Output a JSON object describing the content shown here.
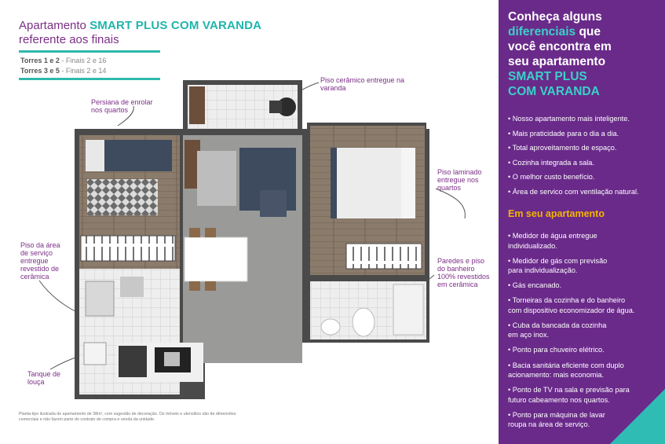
{
  "header": {
    "line1_prefix": "Apartamento ",
    "line1_highlight": "SMART PLUS COM VARANDA",
    "line2": "referente aos finais",
    "towers": [
      {
        "label": "Torres 1 e 2",
        "finals": " - Finais 2 e 16"
      },
      {
        "label": "Torres 3 e 5",
        "finals": " - Finais 2 e 14"
      }
    ]
  },
  "callouts": {
    "persiana": [
      "Persiana de enrolar",
      "nos quartos"
    ],
    "piso_ceramico": [
      "Piso cerâmico entregue na",
      "varanda"
    ],
    "piso_laminado": [
      "Piso laminado",
      "entregue nos",
      "quartos"
    ],
    "piso_servico": [
      "Piso da área",
      "de serviço",
      "entregue",
      "revestido de",
      "cerâmica"
    ],
    "paredes": [
      "Paredes e piso",
      "do banheiro",
      "100% revestidos",
      "em cerâmica"
    ],
    "tanque": [
      "Tanque de",
      "louça"
    ]
  },
  "footnote": "Planta-tipo ilustrada do apartamento de 38m², com sugestão de decoração. Os móveis e utensílios são de dimensões comerciais e não fazem parte do contrato de compra e venda da unidade.",
  "panel": {
    "title_lines": [
      {
        "text": "Conheça alguns",
        "teal": false
      },
      {
        "text": "diferenciais",
        "teal": true,
        "suffix": " que"
      },
      {
        "text": "você encontra em",
        "teal": false
      },
      {
        "text": "seu apartamento",
        "teal": false
      },
      {
        "text": "SMART PLUS",
        "teal": true
      },
      {
        "text": "COM VARANDA",
        "teal": true
      }
    ],
    "list1": [
      "• Nosso apartamento mais inteligente.",
      "• Mais praticidade para o dia a dia.",
      "• Total aproveitamento de espaço.",
      "• Cozinha integrada a sala.",
      "• O melhor custo benefício.",
      "• Área de servico com ventilação natural."
    ],
    "section_title": "Em seu apartamento",
    "list2": [
      [
        "• Medidor de água entregue",
        "individualizado."
      ],
      [
        "• Medidor de gás com previsão",
        "para individualização."
      ],
      [
        "• Gás encanado."
      ],
      [
        "• Torneiras da cozinha e do banheiro",
        "com dispositivo economizador de água."
      ],
      [
        "• Cuba da bancada da cozinha",
        "em aço inox."
      ],
      [
        "• Ponto para chuveiro elétrico."
      ],
      [
        "• Bacia sanitária eficiente com duplo",
        "acionamento: mais economia."
      ],
      [
        "• Ponto de TV na sala e previsão para",
        "futuro cabeamento nos quartos."
      ],
      [
        "• Ponto para máquina de lavar",
        "roupa na área de serviço."
      ]
    ]
  },
  "colors": {
    "purple": "#6a2a8a",
    "teal": "#2eb8ad",
    "yellow": "#f4b400",
    "wall": "#5a5a5a"
  }
}
